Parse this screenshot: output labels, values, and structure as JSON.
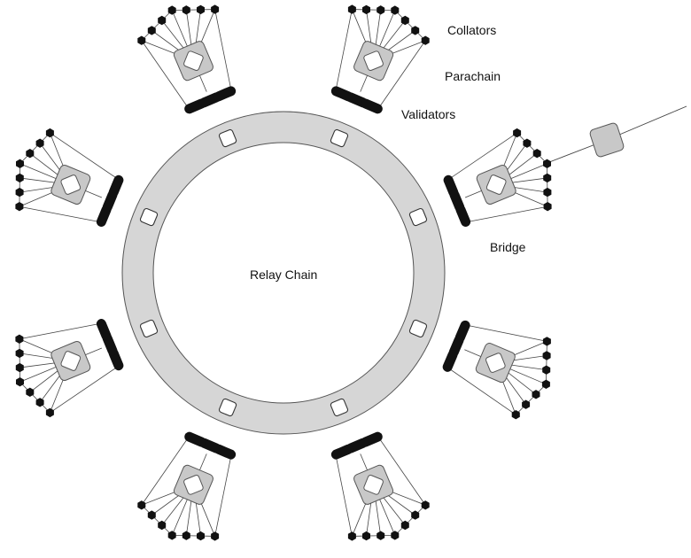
{
  "labels": {
    "collators": "Collators",
    "parachain": "Parachain",
    "validators": "Validators",
    "bridge": "Bridge",
    "relay_chain": "Relay Chain"
  },
  "colors": {
    "ring_fill": "#d6d6d6",
    "ring_stroke": "#555555",
    "parachain_fill": "#c8c8c8",
    "validator_fill": "#111111",
    "collator_fill": "#111111",
    "line": "#444444"
  },
  "parachain_count": 8,
  "bridge_count": 1
}
